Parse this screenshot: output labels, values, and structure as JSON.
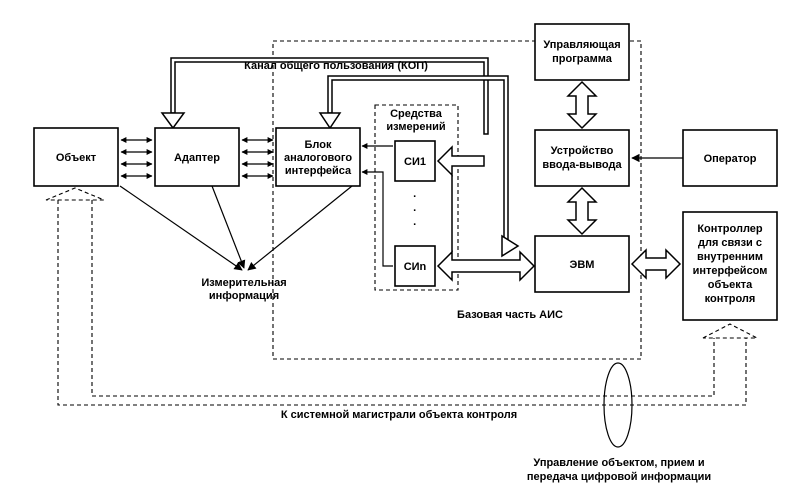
{
  "blocks": {
    "object": "Объект",
    "adapter": "Адаптер",
    "analog_interface": [
      "Блок",
      "аналогового",
      "интерфейса"
    ],
    "measurement_means": [
      "Средства",
      "измерений"
    ],
    "si1": "СИ1",
    "sin": "СИn",
    "dots": "·",
    "control_program": [
      "Управляющая",
      "программа"
    ],
    "io_device": [
      "Устройство",
      "ввода-вывода"
    ],
    "operator": "Оператор",
    "computer": "ЭВМ",
    "controller": [
      "Контроллер",
      "для связи с",
      "внутренним",
      "интерфейсом",
      "объекта",
      "контроля"
    ]
  },
  "labels": {
    "bus": "Канал общего пользования (КОП)",
    "measurement_info": [
      "Измерительная",
      "информация"
    ],
    "base_part": "Базовая часть АИС",
    "system_bus": "К системной магистрали объекта контроля",
    "control_note": [
      "Управление объектом, прием и",
      "передача цифровой информации"
    ]
  }
}
